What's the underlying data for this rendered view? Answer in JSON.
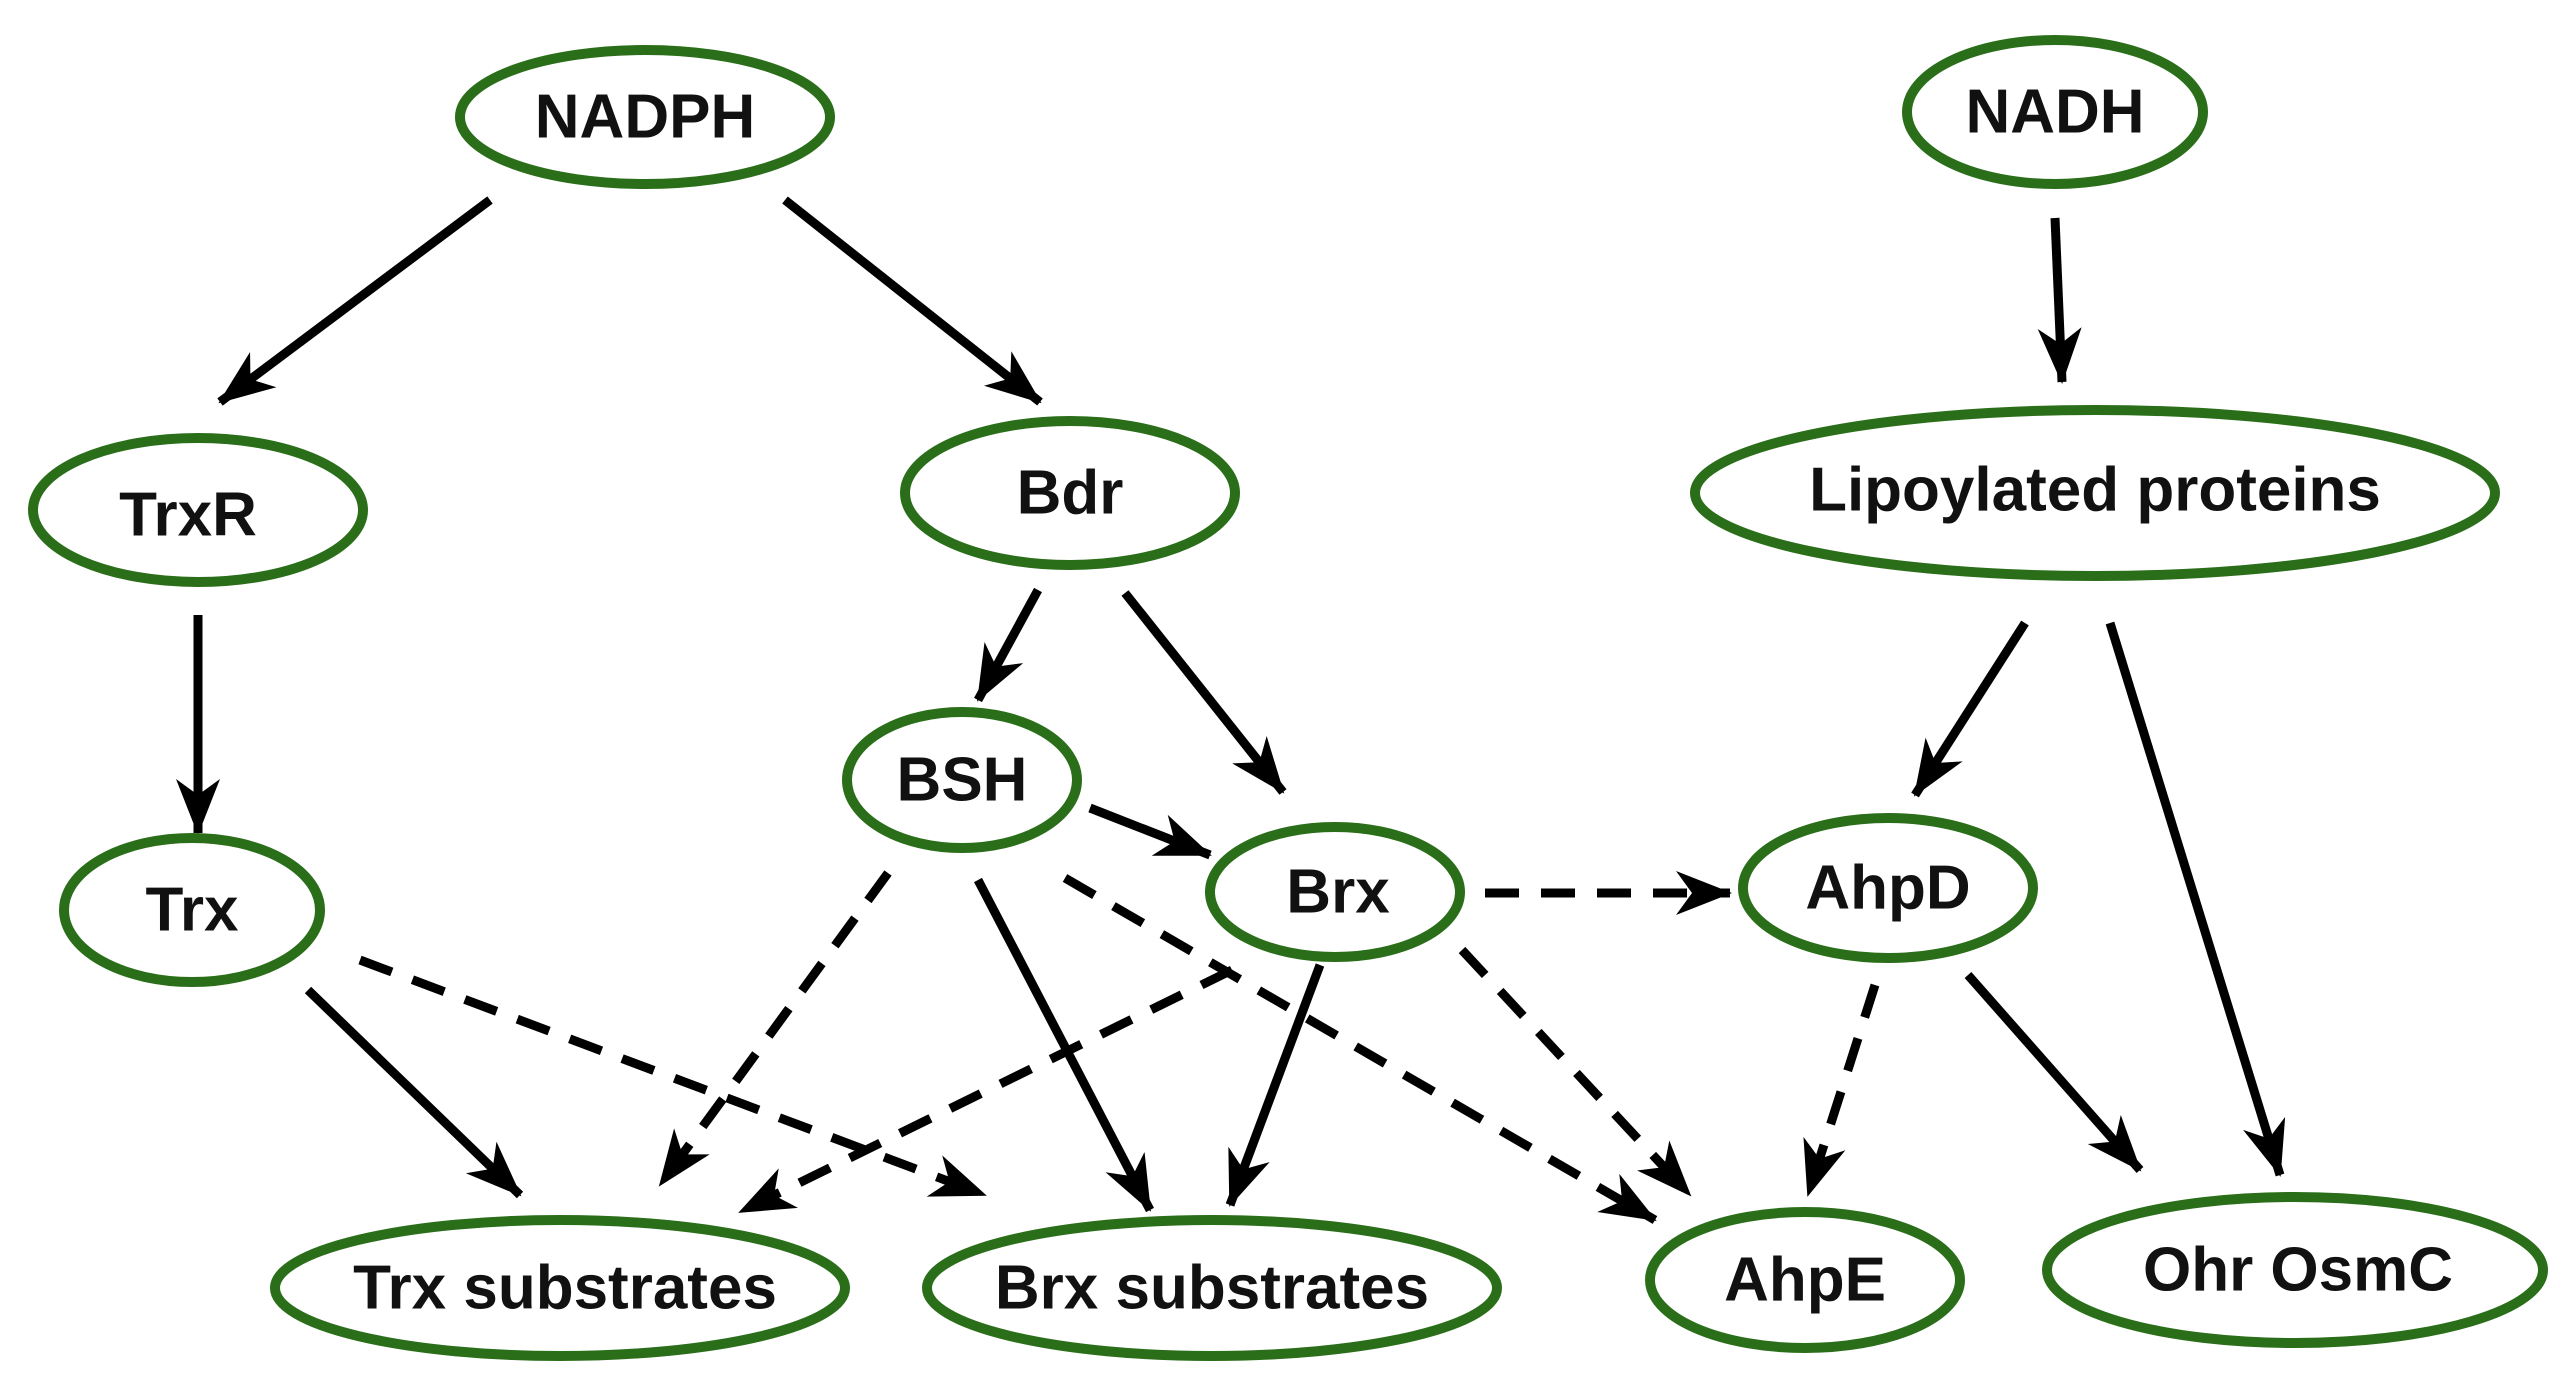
{
  "nodes": {
    "nadph": "NADPH",
    "nadh": "NADH",
    "trxr": "TrxR",
    "bdr": "Bdr",
    "lipoylated": "Lipoylated proteins",
    "bsh": "BSH",
    "trx": "Trx",
    "brx": "Brx",
    "ahpd": "AhpD",
    "trx_substrates": "Trx substrates",
    "brx_substrates": "Brx substrates",
    "ahpe": "AhpE",
    "ohr_osmc": "Ohr OsmC"
  },
  "edges": [
    {
      "from": "nadph",
      "to": "trxr",
      "style": "solid"
    },
    {
      "from": "nadph",
      "to": "bdr",
      "style": "solid"
    },
    {
      "from": "nadh",
      "to": "lipoylated",
      "style": "solid"
    },
    {
      "from": "trxr",
      "to": "trx",
      "style": "solid"
    },
    {
      "from": "bdr",
      "to": "bsh",
      "style": "solid"
    },
    {
      "from": "bdr",
      "to": "brx",
      "style": "solid"
    },
    {
      "from": "lipoylated",
      "to": "ahpd",
      "style": "solid"
    },
    {
      "from": "lipoylated",
      "to": "ohr_osmc",
      "style": "solid"
    },
    {
      "from": "bsh",
      "to": "brx",
      "style": "solid"
    },
    {
      "from": "bsh",
      "to": "trx_substrates",
      "style": "dashed"
    },
    {
      "from": "bsh",
      "to": "brx_substrates",
      "style": "solid"
    },
    {
      "from": "bsh",
      "to": "ahpe",
      "style": "dashed"
    },
    {
      "from": "trx",
      "to": "trx_substrates",
      "style": "solid"
    },
    {
      "from": "trx",
      "to": "brx_substrates",
      "style": "dashed"
    },
    {
      "from": "brx",
      "to": "ahpd",
      "style": "dashed"
    },
    {
      "from": "brx",
      "to": "trx_substrates",
      "style": "dashed"
    },
    {
      "from": "brx",
      "to": "brx_substrates",
      "style": "solid"
    },
    {
      "from": "brx",
      "to": "ahpe",
      "style": "dashed"
    },
    {
      "from": "ahpd",
      "to": "ahpe",
      "style": "dashed"
    },
    {
      "from": "ahpd",
      "to": "ohr_osmc",
      "style": "solid"
    }
  ]
}
